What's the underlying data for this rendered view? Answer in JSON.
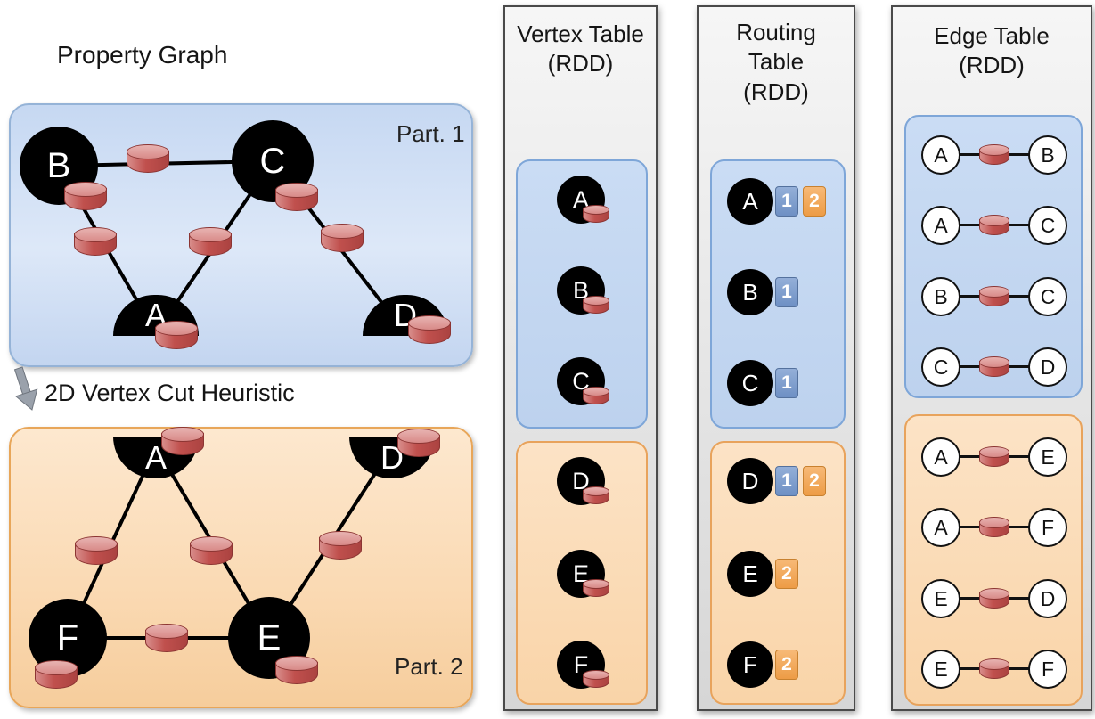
{
  "title": "Property Graph",
  "cut_heuristic_label": "2D Vertex Cut Heuristic",
  "property_graph": {
    "part1": {
      "label": "Part. 1",
      "nodes": {
        "B": "B",
        "C": "C",
        "A": "A",
        "D": "D"
      },
      "edges": [
        "B-C",
        "B-A",
        "C-A",
        "C-D"
      ]
    },
    "part2": {
      "label": "Part. 2",
      "nodes": {
        "A": "A",
        "D": "D",
        "F": "F",
        "E": "E"
      },
      "edges": [
        "A-F",
        "A-E",
        "D-E",
        "F-E"
      ]
    }
  },
  "vertex_table": {
    "title": [
      "Vertex Table",
      "(RDD)"
    ],
    "partition1_vertices": [
      "A",
      "B",
      "C"
    ],
    "partition2_vertices": [
      "D",
      "E",
      "F"
    ]
  },
  "routing_table": {
    "title": [
      "Routing",
      "Table",
      "(RDD)"
    ],
    "partition1_rows": [
      {
        "vertex": "A",
        "partitions": [
          "1",
          "2"
        ]
      },
      {
        "vertex": "B",
        "partitions": [
          "1"
        ]
      },
      {
        "vertex": "C",
        "partitions": [
          "1"
        ]
      }
    ],
    "partition2_rows": [
      {
        "vertex": "D",
        "partitions": [
          "1",
          "2"
        ]
      },
      {
        "vertex": "E",
        "partitions": [
          "2"
        ]
      },
      {
        "vertex": "F",
        "partitions": [
          "2"
        ]
      }
    ]
  },
  "edge_table": {
    "title": [
      "Edge Table",
      "(RDD)"
    ],
    "partition1_edges": [
      {
        "src": "A",
        "dst": "B"
      },
      {
        "src": "A",
        "dst": "C"
      },
      {
        "src": "B",
        "dst": "C"
      },
      {
        "src": "C",
        "dst": "D"
      }
    ],
    "partition2_edges": [
      {
        "src": "A",
        "dst": "E"
      },
      {
        "src": "A",
        "dst": "F"
      },
      {
        "src": "E",
        "dst": "D"
      },
      {
        "src": "E",
        "dst": "F"
      }
    ]
  },
  "colors": {
    "partition1_fill": "#cdddf4",
    "partition1_border": "#8fb1dc",
    "partition2_fill": "#fbdfbf",
    "partition2_border": "#e6a45c",
    "table_fill": "#e9e9e9",
    "table_border": "#4a4a4a",
    "vertex_fill": "#000000",
    "cylinder_fill": "#c0504d",
    "cylinder_border": "#8c3533",
    "badge_partition1": "#7b9cd0",
    "badge_partition2": "#f2a75f"
  }
}
